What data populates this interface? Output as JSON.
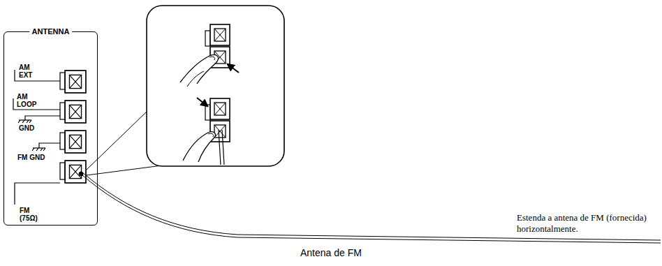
{
  "diagram": {
    "nodes": [
      {
        "text": [
          "ANTENNA"
        ]
      }
    ],
    "labels": [
      "AM EXT",
      "AM LOOP",
      "GND",
      "FM GND",
      "FM (75Ω)",
      "Antena de FM",
      "Estenda a antena de FM (fornecida) horizontalmente."
    ]
  }
}
